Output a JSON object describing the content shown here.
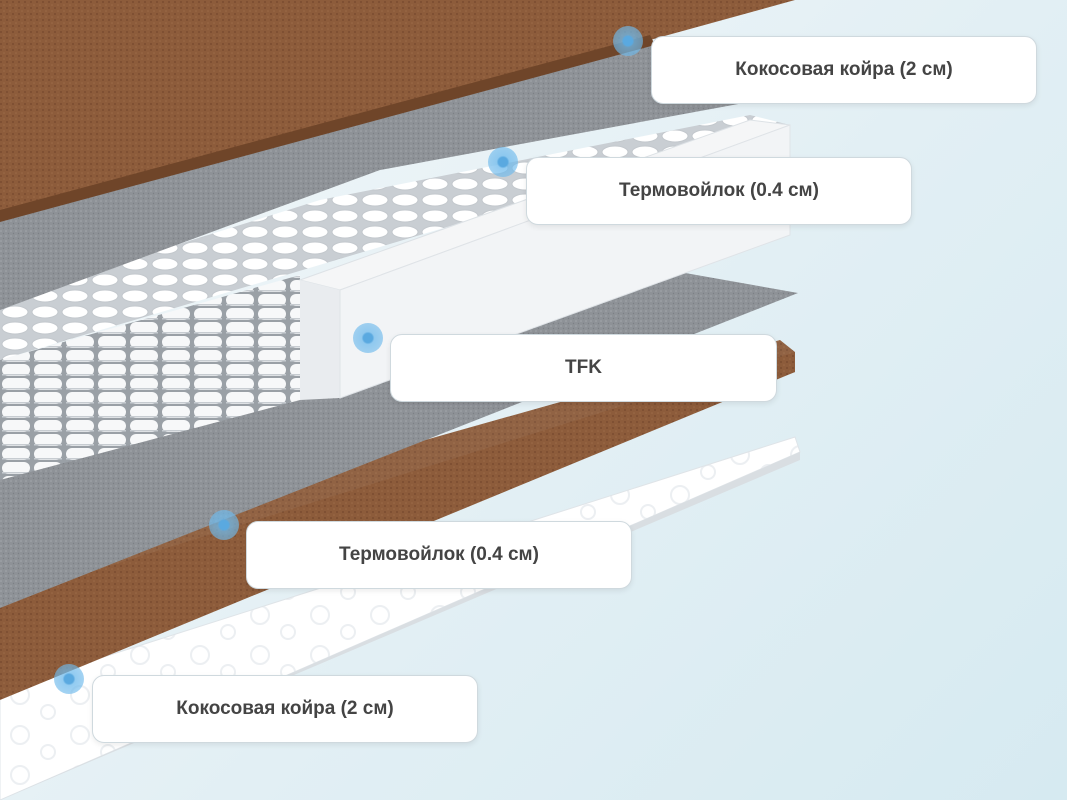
{
  "layers": [
    {
      "id": "top-coir",
      "label": "Кокосовая койра (2 см)"
    },
    {
      "id": "top-felt",
      "label": "Термовойлок (0.4 см)"
    },
    {
      "id": "spring-block",
      "label": "TFK"
    },
    {
      "id": "bottom-felt",
      "label": "Термовойлок (0.4 см)"
    },
    {
      "id": "bottom-coir",
      "label": "Кокосовая койра (2 см)"
    }
  ],
  "colors": {
    "coir": "#8a5a3a",
    "felt": "#8f9398",
    "foam": "#f2f4f6",
    "marker": "#5aa9e0",
    "label_text": "#444444"
  }
}
